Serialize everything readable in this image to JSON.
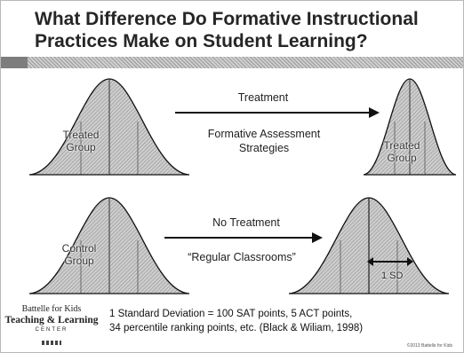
{
  "title": "What Difference Do Formative Instructional Practices Make on Student Learning?",
  "curves": {
    "treated_left": "Treated Group",
    "treated_right": "Treated Group",
    "control_left": "Control Group",
    "control_right": ""
  },
  "treatment": {
    "label": "Treatment",
    "description": "Formative Assessment Strategies"
  },
  "no_treatment": {
    "label": "No Treatment",
    "description": "“Regular Classrooms”"
  },
  "sd_label": "1 SD",
  "logo": {
    "line1": "Battelle for Kids",
    "line2": "Teaching & Learning",
    "line3": "CENTER"
  },
  "footnote": {
    "line1": "1 Standard Deviation = 100 SAT points, 5 ACT points,",
    "line2": "34 percentile ranking points, etc. (Black & Wiliam, 1998)"
  },
  "copyright": "©2013 Battelle for Kids",
  "colors": {
    "curve_fill": "#c9c9c9",
    "curve_stroke": "#111111"
  }
}
